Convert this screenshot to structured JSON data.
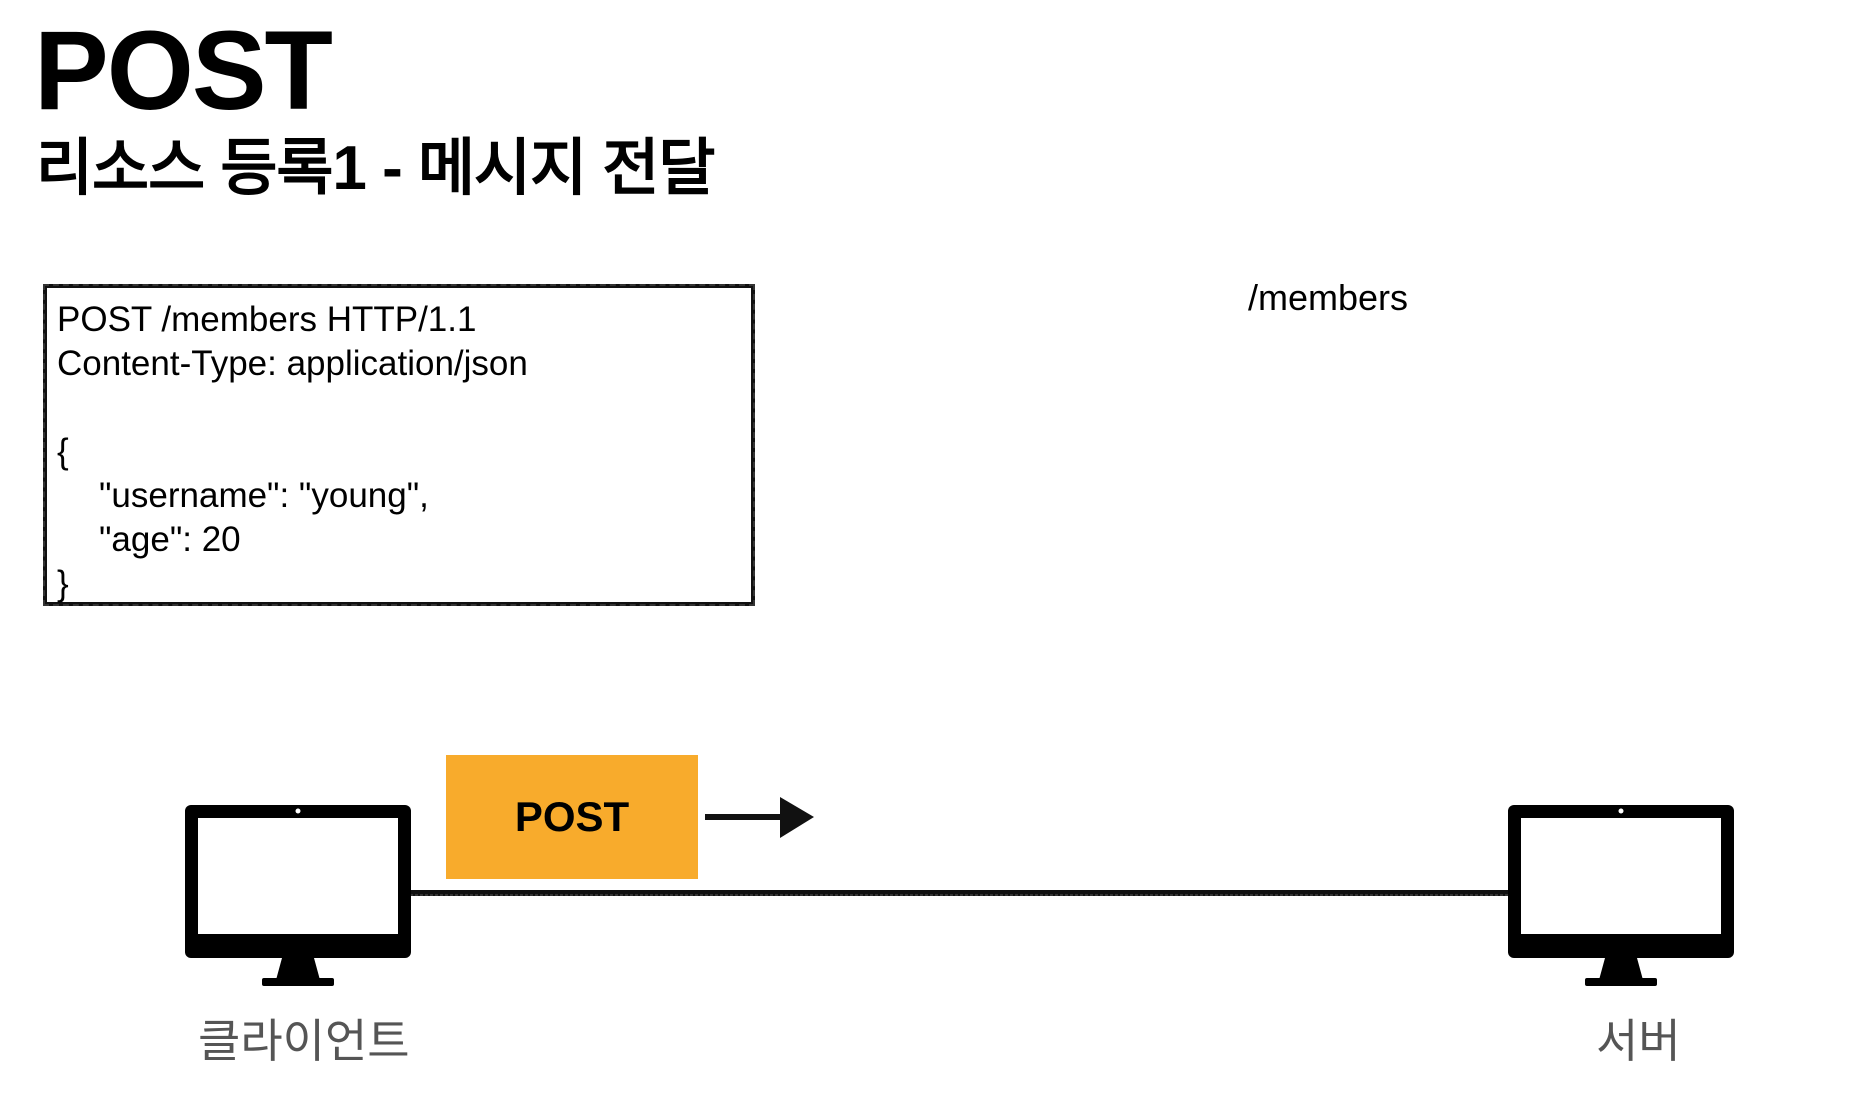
{
  "slide": {
    "title": "POST",
    "subtitle": "리소스 등록1 - 메시지 전달"
  },
  "request_message": {
    "request_line": "POST /members HTTP/1.1",
    "header": "Content-Type: application/json",
    "body_open": "{",
    "body_field_1": "\"username\": \"young\",",
    "body_field_2": "\"age\": 20",
    "body_close": "}"
  },
  "server_path": "/members",
  "method_label": "POST",
  "client": {
    "label": "클라이언트",
    "icon": "monitor-icon"
  },
  "server": {
    "label": "서버",
    "icon": "monitor-icon"
  },
  "colors": {
    "method_box": "#f8ab2c",
    "device_label": "#555555"
  }
}
